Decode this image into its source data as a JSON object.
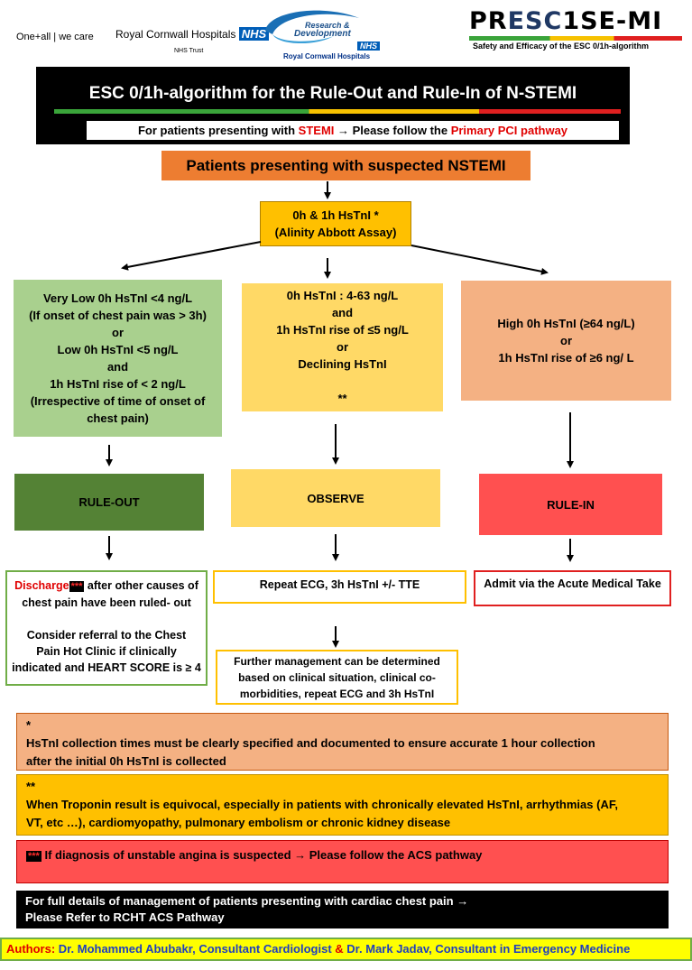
{
  "header": {
    "logo_left_1": "One+all | we care",
    "logo_left_2": "Royal Cornwall Hospitals",
    "logo_left_nhs": "NHS",
    "logo_left_sub": "NHS Trust",
    "rd_line1": "Research &",
    "rd_line2": "Development",
    "rd_nhs": "NHS",
    "rd_hosp": "Royal Cornwall Hospitals",
    "presc_brand_a": "PR",
    "presc_brand_b": "ESC",
    "presc_brand_c": "1SE-MI",
    "presc_sub": "Safety and Efficacy of the ESC 0/1h-algorithm"
  },
  "title": {
    "main": "ESC 0/1h-algorithm for the Rule-Out and Rule-In of N-STEMI",
    "stemi_pre": "For patients presenting with ",
    "stemi_word": "STEMI",
    "stemi_mid": " → Please follow the ",
    "stemi_link": "Primary PCI pathway"
  },
  "flow": {
    "start": "Patients presenting with suspected NSTEMI",
    "test_l1": "0h & 1h HsTnI *",
    "test_l2": "(Alinity Abbott Assay)",
    "green_criteria": [
      "Very Low 0h HsTnI <4 ng/L",
      "(If onset of chest pain was > 3h)",
      "or",
      "Low 0h HsTnI <5 ng/L",
      "and",
      "1h HsTnI rise of < 2 ng/L",
      "(Irrespective of time of onset of",
      "chest pain)"
    ],
    "yellow_criteria": [
      "0h HsTnI : 4-63 ng/L",
      "and",
      "1h HsTnI rise of ≤5 ng/L",
      "or",
      "Declining HsTnI",
      "",
      "**"
    ],
    "red_criteria": [
      "High 0h HsTnI (≥64 ng/L)",
      "or",
      "1h HsTnI rise of ≥6 ng/ L"
    ],
    "rule_out": "RULE-OUT",
    "observe": "OBSERVE",
    "rule_in": "RULE-IN",
    "discharge_word": "Discharge",
    "stars3": "***",
    "discharge_rest_1": " after other causes of",
    "discharge_rest_2": "chest pain have been ruled- out",
    "refer_lines": [
      "Consider referral to the Chest",
      "Pain Hot Clinic if clinically",
      "indicated and HEART SCORE is ≥ 4"
    ],
    "observe_action": "Repeat ECG, 3h HsTnI +/- TTE",
    "observe_further": [
      "Further management can be determined",
      "based on clinical situation, clinical co-",
      "morbidities, repeat ECG and 3h HsTnI"
    ],
    "admit": "Admit via the Acute Medical Take"
  },
  "notes": {
    "n1_mark": "*",
    "n1_text": [
      "HsTnI collection times must be clearly specified and documented to ensure accurate 1 hour collection",
      "after the initial 0h HsTnI is collected"
    ],
    "n2_mark": "**",
    "n2_text": [
      "When Troponin result is equivocal, especially in patients with chronically elevated HsTnI, arrhythmias (AF,",
      "VT, etc …), cardiomyopathy, pulmonary embolism or chronic kidney disease"
    ],
    "n3_mark": "***",
    "n3_text": " If diagnosis of unstable angina is suspected → Please follow the ACS pathway",
    "n4_text": [
      "For full details of management of patients presenting with cardiac chest pain →",
      "Please Refer to RCHT ACS Pathway"
    ]
  },
  "footer": {
    "label": "Authors:",
    "a1": " Dr. Mohammed Abubakr, Consultant Cardiologist ",
    "amp": "&",
    "a2": "  Dr. Mark Jadav, Consultant in Emergency Medicine"
  },
  "colors": {
    "green": "#a9d08e",
    "green_dark": "#548235",
    "yellow": "#ffd966",
    "yellow_dark": "#ffc000",
    "salmon": "#f4b183",
    "red": "#ff5050",
    "orange": "#ed7d31",
    "nhs_blue": "#005EB8"
  }
}
